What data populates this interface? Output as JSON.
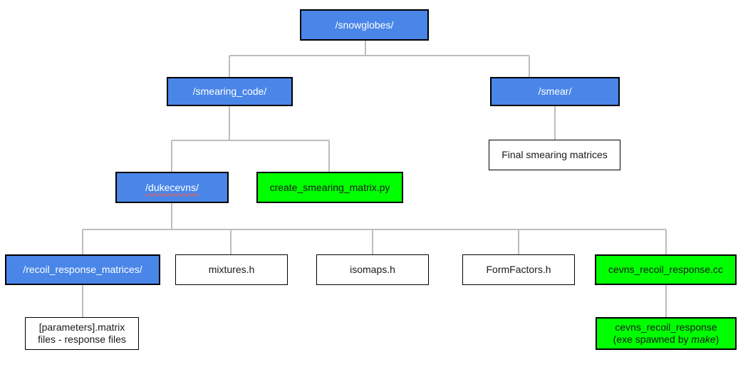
{
  "colors": {
    "folder": "#4a86e8",
    "source": "#00ff00",
    "file": "#ffffff",
    "connector": "#bdbdbd"
  },
  "nodes": {
    "snowglobes": "/snowglobes/",
    "smearing_code": "/smearing_code/",
    "smear": "/smear/",
    "final_matrices": "Final smearing matrices",
    "dukecevns": "/dukecevns/",
    "create_script": "create_smearing_matrix.py",
    "recoil_dir": "/recoil_response_matrices/",
    "mixtures": "mixtures.h",
    "isomaps": "isomaps.h",
    "formfactors": "FormFactors.h",
    "cevns_cc": "cevns_recoil_response.cc",
    "params_line1": "[parameters].matrix",
    "params_line2": "files - response files",
    "exe_line1": "cevns_recoil_response",
    "exe_line2_prefix": "(exe spawned by ",
    "exe_line2_em": "make",
    "exe_line2_suffix": ")"
  }
}
